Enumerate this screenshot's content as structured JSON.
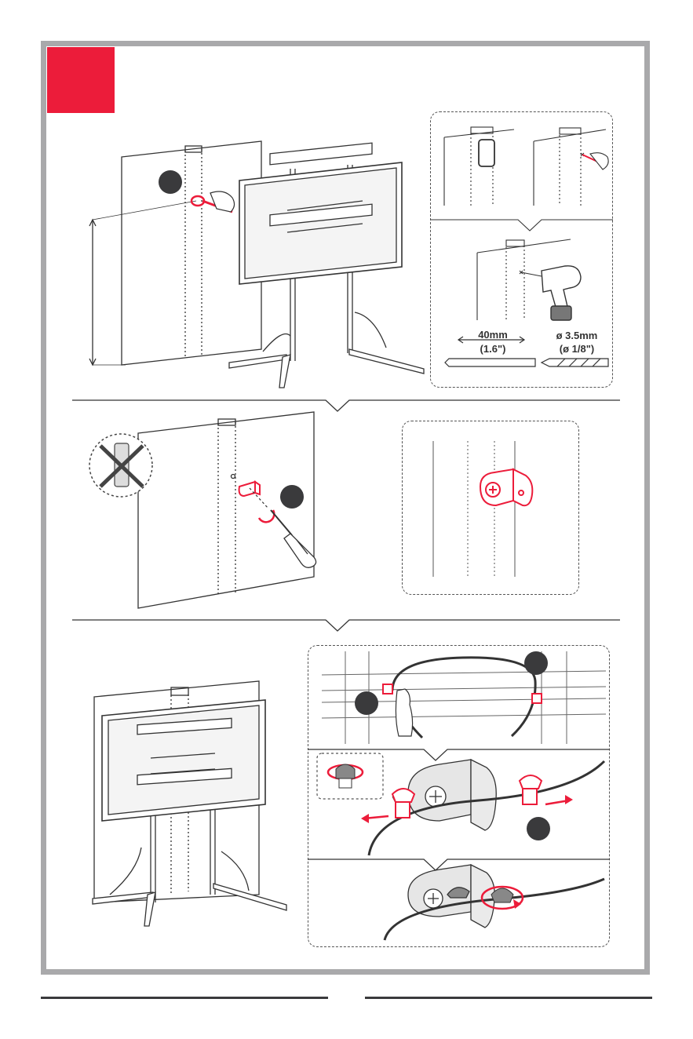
{
  "colors": {
    "accent": "#ec1c3a",
    "frame": "#a9a9ab",
    "line": "#333333",
    "dark_badge": "#3a3a3c"
  },
  "step": {
    "badge_text": ""
  },
  "drill_spec": {
    "depth_metric": "40mm",
    "depth_imperial": "(1.6\")",
    "diameter_metric": "ø 3.5mm",
    "diameter_imperial": "(ø 1/8\")"
  },
  "icons": {
    "no_wall_anchor": "no-anchor-icon",
    "drill": "drill-icon",
    "screwdriver": "screwdriver-icon",
    "rotate": "rotate-arrow-icon"
  }
}
